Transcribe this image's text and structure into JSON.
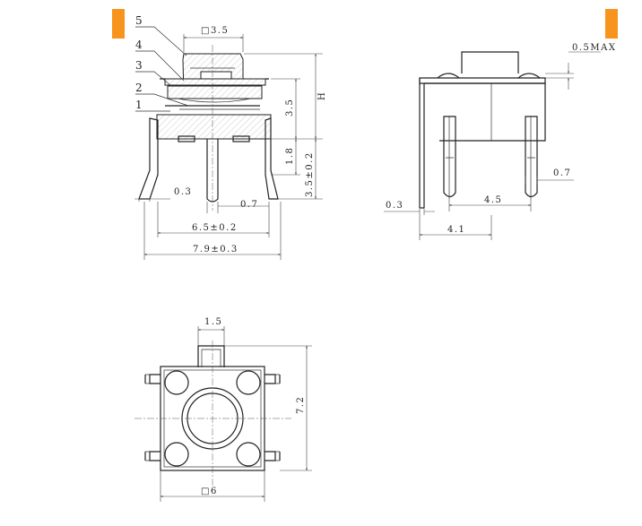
{
  "colors": {
    "accent": "#F7941D",
    "line": "#222222"
  },
  "callouts": [
    "5",
    "4",
    "3",
    "2",
    "1"
  ],
  "side_view": {
    "top_width": "□3.5",
    "height_35": "3.5",
    "height_h": "H",
    "height_18": "1.8",
    "leg_height": "3.5±0.2",
    "leg_thickness": "0.3",
    "leg_width": "0.7",
    "body_width": "6.5±0.2",
    "overall_width": "7.9±0.3"
  },
  "front_view": {
    "max_gap": "0.5MAX",
    "leg_width": "0.7",
    "pitch": "4.5",
    "leg_thickness": "0.3",
    "offset": "4.1"
  },
  "top_view": {
    "tab_width": "1.5",
    "height": "7.2",
    "width": "□6"
  }
}
